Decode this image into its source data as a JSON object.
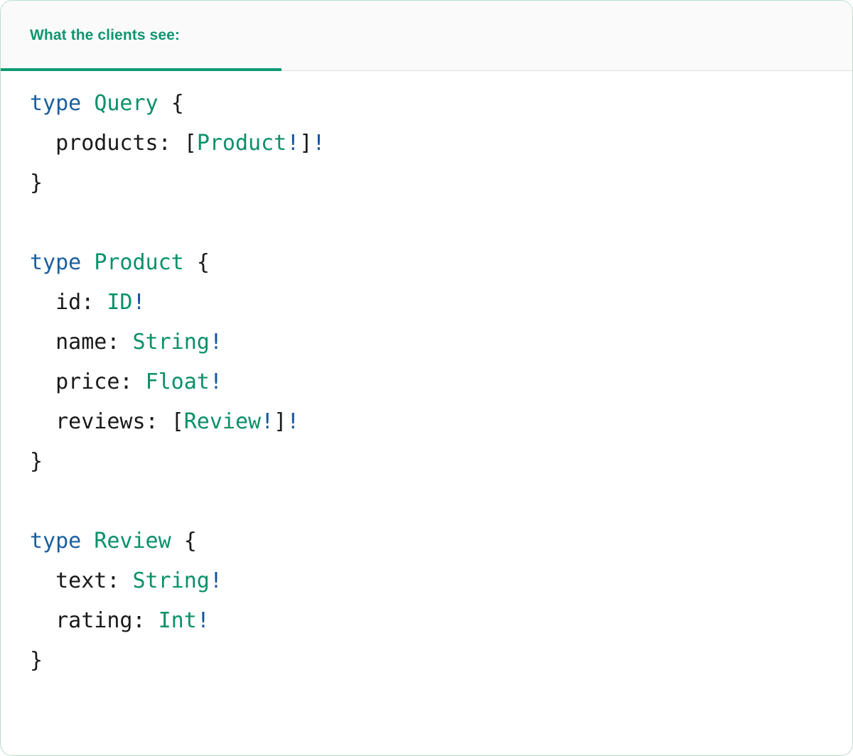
{
  "card": {
    "accent_color": "#0c9a73",
    "border_color": "#bcdccd",
    "header_background": "#fafafa",
    "body_background": "#ffffff",
    "divider_color": "#e2e2e2"
  },
  "tabs": [
    {
      "label": "What the clients see:",
      "active": true,
      "color": "#0f9670"
    }
  ],
  "code": {
    "language": "graphql",
    "token_colors": {
      "keyword": "#1a5f9e",
      "typename": "#0a9169",
      "punctuation": "#1a1a1a",
      "field": "#1a1a1a",
      "non_null": "#15549a"
    },
    "lines": [
      [
        {
          "t": "type",
          "c": "keyword"
        },
        {
          "t": " ",
          "c": "punct"
        },
        {
          "t": "Query",
          "c": "typename"
        },
        {
          "t": " ",
          "c": "punct"
        },
        {
          "t": "{",
          "c": "punct"
        }
      ],
      [
        {
          "t": "  ",
          "c": "punct"
        },
        {
          "t": "products",
          "c": "field"
        },
        {
          "t": ": ",
          "c": "punct"
        },
        {
          "t": "[",
          "c": "punct"
        },
        {
          "t": "Product",
          "c": "typename"
        },
        {
          "t": "!",
          "c": "bang"
        },
        {
          "t": "]",
          "c": "punct"
        },
        {
          "t": "!",
          "c": "bang"
        }
      ],
      [
        {
          "t": "}",
          "c": "punct"
        }
      ],
      [],
      [
        {
          "t": "type",
          "c": "keyword"
        },
        {
          "t": " ",
          "c": "punct"
        },
        {
          "t": "Product",
          "c": "typename"
        },
        {
          "t": " ",
          "c": "punct"
        },
        {
          "t": "{",
          "c": "punct"
        }
      ],
      [
        {
          "t": "  ",
          "c": "punct"
        },
        {
          "t": "id",
          "c": "field"
        },
        {
          "t": ": ",
          "c": "punct"
        },
        {
          "t": "ID",
          "c": "typename"
        },
        {
          "t": "!",
          "c": "bang"
        }
      ],
      [
        {
          "t": "  ",
          "c": "punct"
        },
        {
          "t": "name",
          "c": "field"
        },
        {
          "t": ": ",
          "c": "punct"
        },
        {
          "t": "String",
          "c": "typename"
        },
        {
          "t": "!",
          "c": "bang"
        }
      ],
      [
        {
          "t": "  ",
          "c": "punct"
        },
        {
          "t": "price",
          "c": "field"
        },
        {
          "t": ": ",
          "c": "punct"
        },
        {
          "t": "Float",
          "c": "typename"
        },
        {
          "t": "!",
          "c": "bang"
        }
      ],
      [
        {
          "t": "  ",
          "c": "punct"
        },
        {
          "t": "reviews",
          "c": "field"
        },
        {
          "t": ": ",
          "c": "punct"
        },
        {
          "t": "[",
          "c": "punct"
        },
        {
          "t": "Review",
          "c": "typename"
        },
        {
          "t": "!",
          "c": "bang"
        },
        {
          "t": "]",
          "c": "punct"
        },
        {
          "t": "!",
          "c": "bang"
        }
      ],
      [
        {
          "t": "}",
          "c": "punct"
        }
      ],
      [],
      [
        {
          "t": "type",
          "c": "keyword"
        },
        {
          "t": " ",
          "c": "punct"
        },
        {
          "t": "Review",
          "c": "typename"
        },
        {
          "t": " ",
          "c": "punct"
        },
        {
          "t": "{",
          "c": "punct"
        }
      ],
      [
        {
          "t": "  ",
          "c": "punct"
        },
        {
          "t": "text",
          "c": "field"
        },
        {
          "t": ": ",
          "c": "punct"
        },
        {
          "t": "String",
          "c": "typename"
        },
        {
          "t": "!",
          "c": "bang"
        }
      ],
      [
        {
          "t": "  ",
          "c": "punct"
        },
        {
          "t": "rating",
          "c": "field"
        },
        {
          "t": ": ",
          "c": "punct"
        },
        {
          "t": "Int",
          "c": "typename"
        },
        {
          "t": "!",
          "c": "bang"
        }
      ],
      [
        {
          "t": "}",
          "c": "punct"
        }
      ]
    ]
  }
}
